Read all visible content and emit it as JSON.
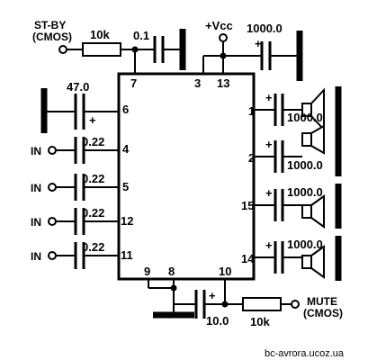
{
  "labels": {
    "stby_line1": "ST-BY",
    "stby_line2": "(CMOS)",
    "vcc": "+Vcc",
    "mute_line1": "MUTE",
    "mute_line2": "(CMOS)",
    "watermark": "bc-avrora.ucoz.ua"
  },
  "components": {
    "r_standby": "10k",
    "c_standby": "0.1",
    "c_supply": "1000.0",
    "c_pin6": "47.0",
    "c_mute": "10.0",
    "r_mute": "10k",
    "plus": "+"
  },
  "inputs": [
    {
      "label": "IN",
      "cap": "0.22",
      "pin": "4"
    },
    {
      "label": "IN",
      "cap": "0.22",
      "pin": "5"
    },
    {
      "label": "IN",
      "cap": "0.22",
      "pin": "12"
    },
    {
      "label": "IN",
      "cap": "0.22",
      "pin": "11"
    }
  ],
  "outputs": [
    {
      "pin": "1",
      "cap": "1000.0"
    },
    {
      "pin": "2",
      "cap": "1000.0"
    },
    {
      "pin": "15",
      "cap": "1000.0"
    },
    {
      "pin": "14",
      "cap": "1000.0"
    }
  ],
  "pins": {
    "p7": "7",
    "p3": "3",
    "p13": "13",
    "p6": "6",
    "p9": "9",
    "p8": "8",
    "p10": "10"
  }
}
